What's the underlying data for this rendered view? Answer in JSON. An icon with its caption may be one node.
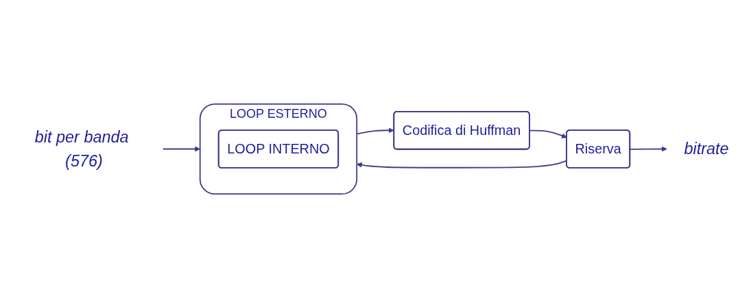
{
  "diagram": {
    "nodes": [
      {
        "text": [
          "bit per banda (576)"
        ]
      },
      {
        "text": [
          "LOOP ESTERNO"
        ]
      },
      {
        "text": [
          "LOOP INTERNO"
        ],
        "in": 1
      },
      {
        "text": [
          "Codifica di Huffman"
        ]
      },
      {
        "text": [
          "Riserva"
        ]
      },
      {
        "text": [
          "bitrate"
        ]
      }
    ],
    "edges": [
      {
        "from": 0,
        "to": 1,
        "arrow": "to"
      },
      {
        "from": 1,
        "to": 3,
        "arrow": "to"
      },
      {
        "from": 3,
        "to": 4,
        "arrow": "to"
      },
      {
        "from": 4,
        "to": 1,
        "arrow": "to"
      },
      {
        "from": 4,
        "to": 5,
        "arrow": "to"
      }
    ]
  }
}
